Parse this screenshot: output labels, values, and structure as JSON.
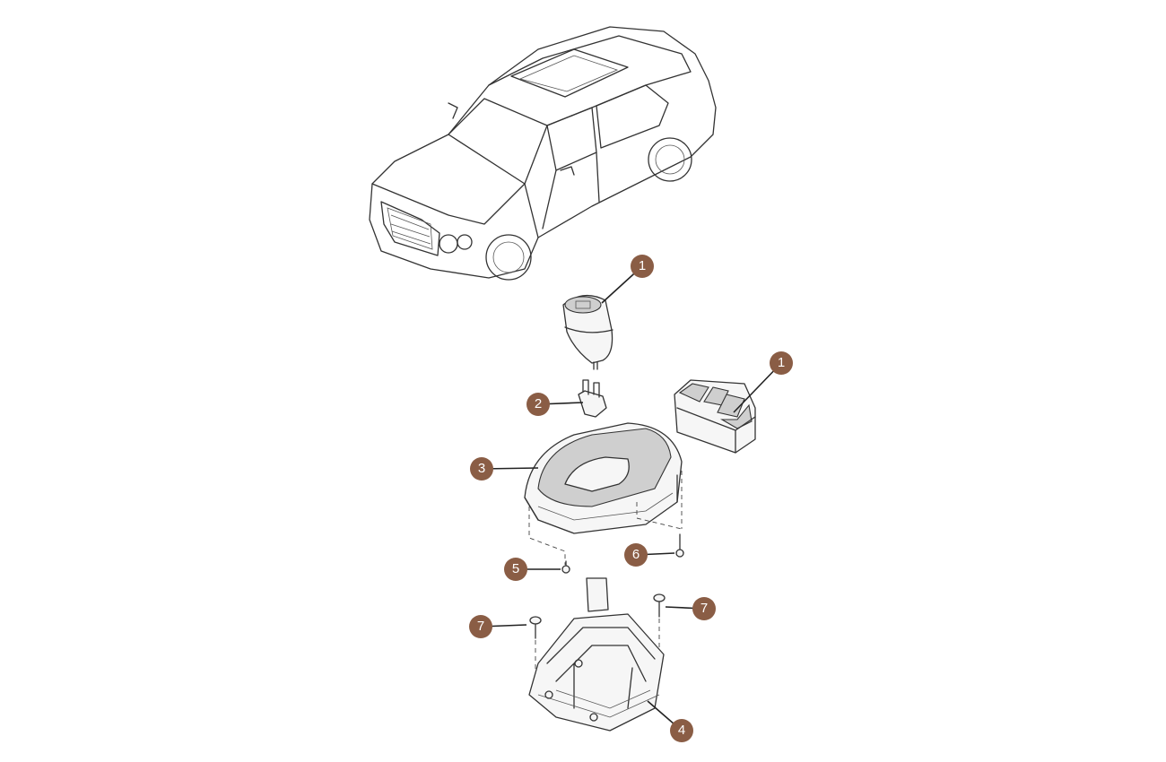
{
  "colors": {
    "callout": "#8a5d45",
    "line": "#333333",
    "background": "#ffffff"
  },
  "callouts": [
    {
      "id": "gear-knob",
      "label": "1"
    },
    {
      "id": "switch-panel",
      "label": "1"
    },
    {
      "id": "clip",
      "label": "2"
    },
    {
      "id": "selector-trim",
      "label": "3"
    },
    {
      "id": "selector-mechanism",
      "label": "4"
    },
    {
      "id": "screw-5",
      "label": "5"
    },
    {
      "id": "screw-6",
      "label": "6"
    },
    {
      "id": "bolt-right",
      "label": "7"
    },
    {
      "id": "bolt-left",
      "label": "7"
    }
  ]
}
